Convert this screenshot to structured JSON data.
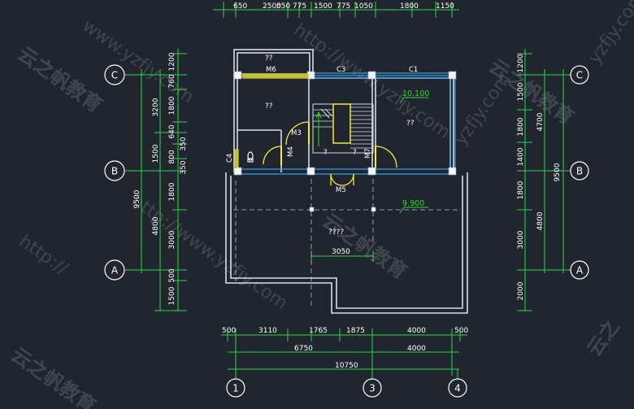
{
  "colors": {
    "background": "#21252e",
    "dimension_line": "#2fd24f",
    "wall": "#d8dde6",
    "window": "#34a4ee",
    "door": "#f2ec3a",
    "elevation": "#22e022",
    "watermark": "#5a606c"
  },
  "dims": {
    "top": [
      "650",
      "2500",
      "550",
      "775",
      "1500",
      "775",
      "1050",
      "1800",
      "1150"
    ],
    "left_outer": [
      "9500"
    ],
    "left_mid": [
      "3200",
      "1500",
      "4800",
      "1500"
    ],
    "left_inner": [
      "1200",
      "760",
      "1800",
      "640",
      "350",
      "800",
      "350",
      "1800",
      "3000",
      "500"
    ],
    "right_inner": [
      "1200",
      "1500",
      "1800",
      "1400",
      "1800",
      "3000",
      "2000"
    ],
    "right_mid": [
      "4700",
      "4800"
    ],
    "right_outer": [
      "9500"
    ],
    "bottom_row1": [
      "500",
      "3110",
      "1765",
      "1875",
      "4000",
      "500"
    ],
    "bottom_row2": [
      "6750",
      "4000"
    ],
    "bottom_row3": [
      "10750"
    ],
    "inner": [
      "3050"
    ]
  },
  "axes": {
    "left": [
      "C",
      "B",
      "A"
    ],
    "right": [
      "C",
      "B",
      "A"
    ],
    "bottom": [
      "1",
      "3",
      "4"
    ]
  },
  "openings": {
    "m6": "M6",
    "c3": "C3",
    "c1": "C1",
    "m3": "M3",
    "m4": "M4",
    "c4": "C4",
    "m7": "M7",
    "m5": "M5"
  },
  "rooms": {
    "top_left": "??",
    "bedroom_left": "??",
    "bedroom_right": "??",
    "stair_q1": "?",
    "stair_q2": "?",
    "terrace": "????"
  },
  "elevations": {
    "upper": "10.100",
    "terrace": "9.900"
  },
  "watermarks": [
    "www.yzfjy.com",
    "http://www.yzfjy.com",
    "http://www.yzfjy.com",
    "yzfjy.com",
    "yzfjy.com",
    "http://",
    "云之帆教育",
    "云之帆教育",
    "云之帆教育",
    "云之帆教育",
    "云之"
  ]
}
